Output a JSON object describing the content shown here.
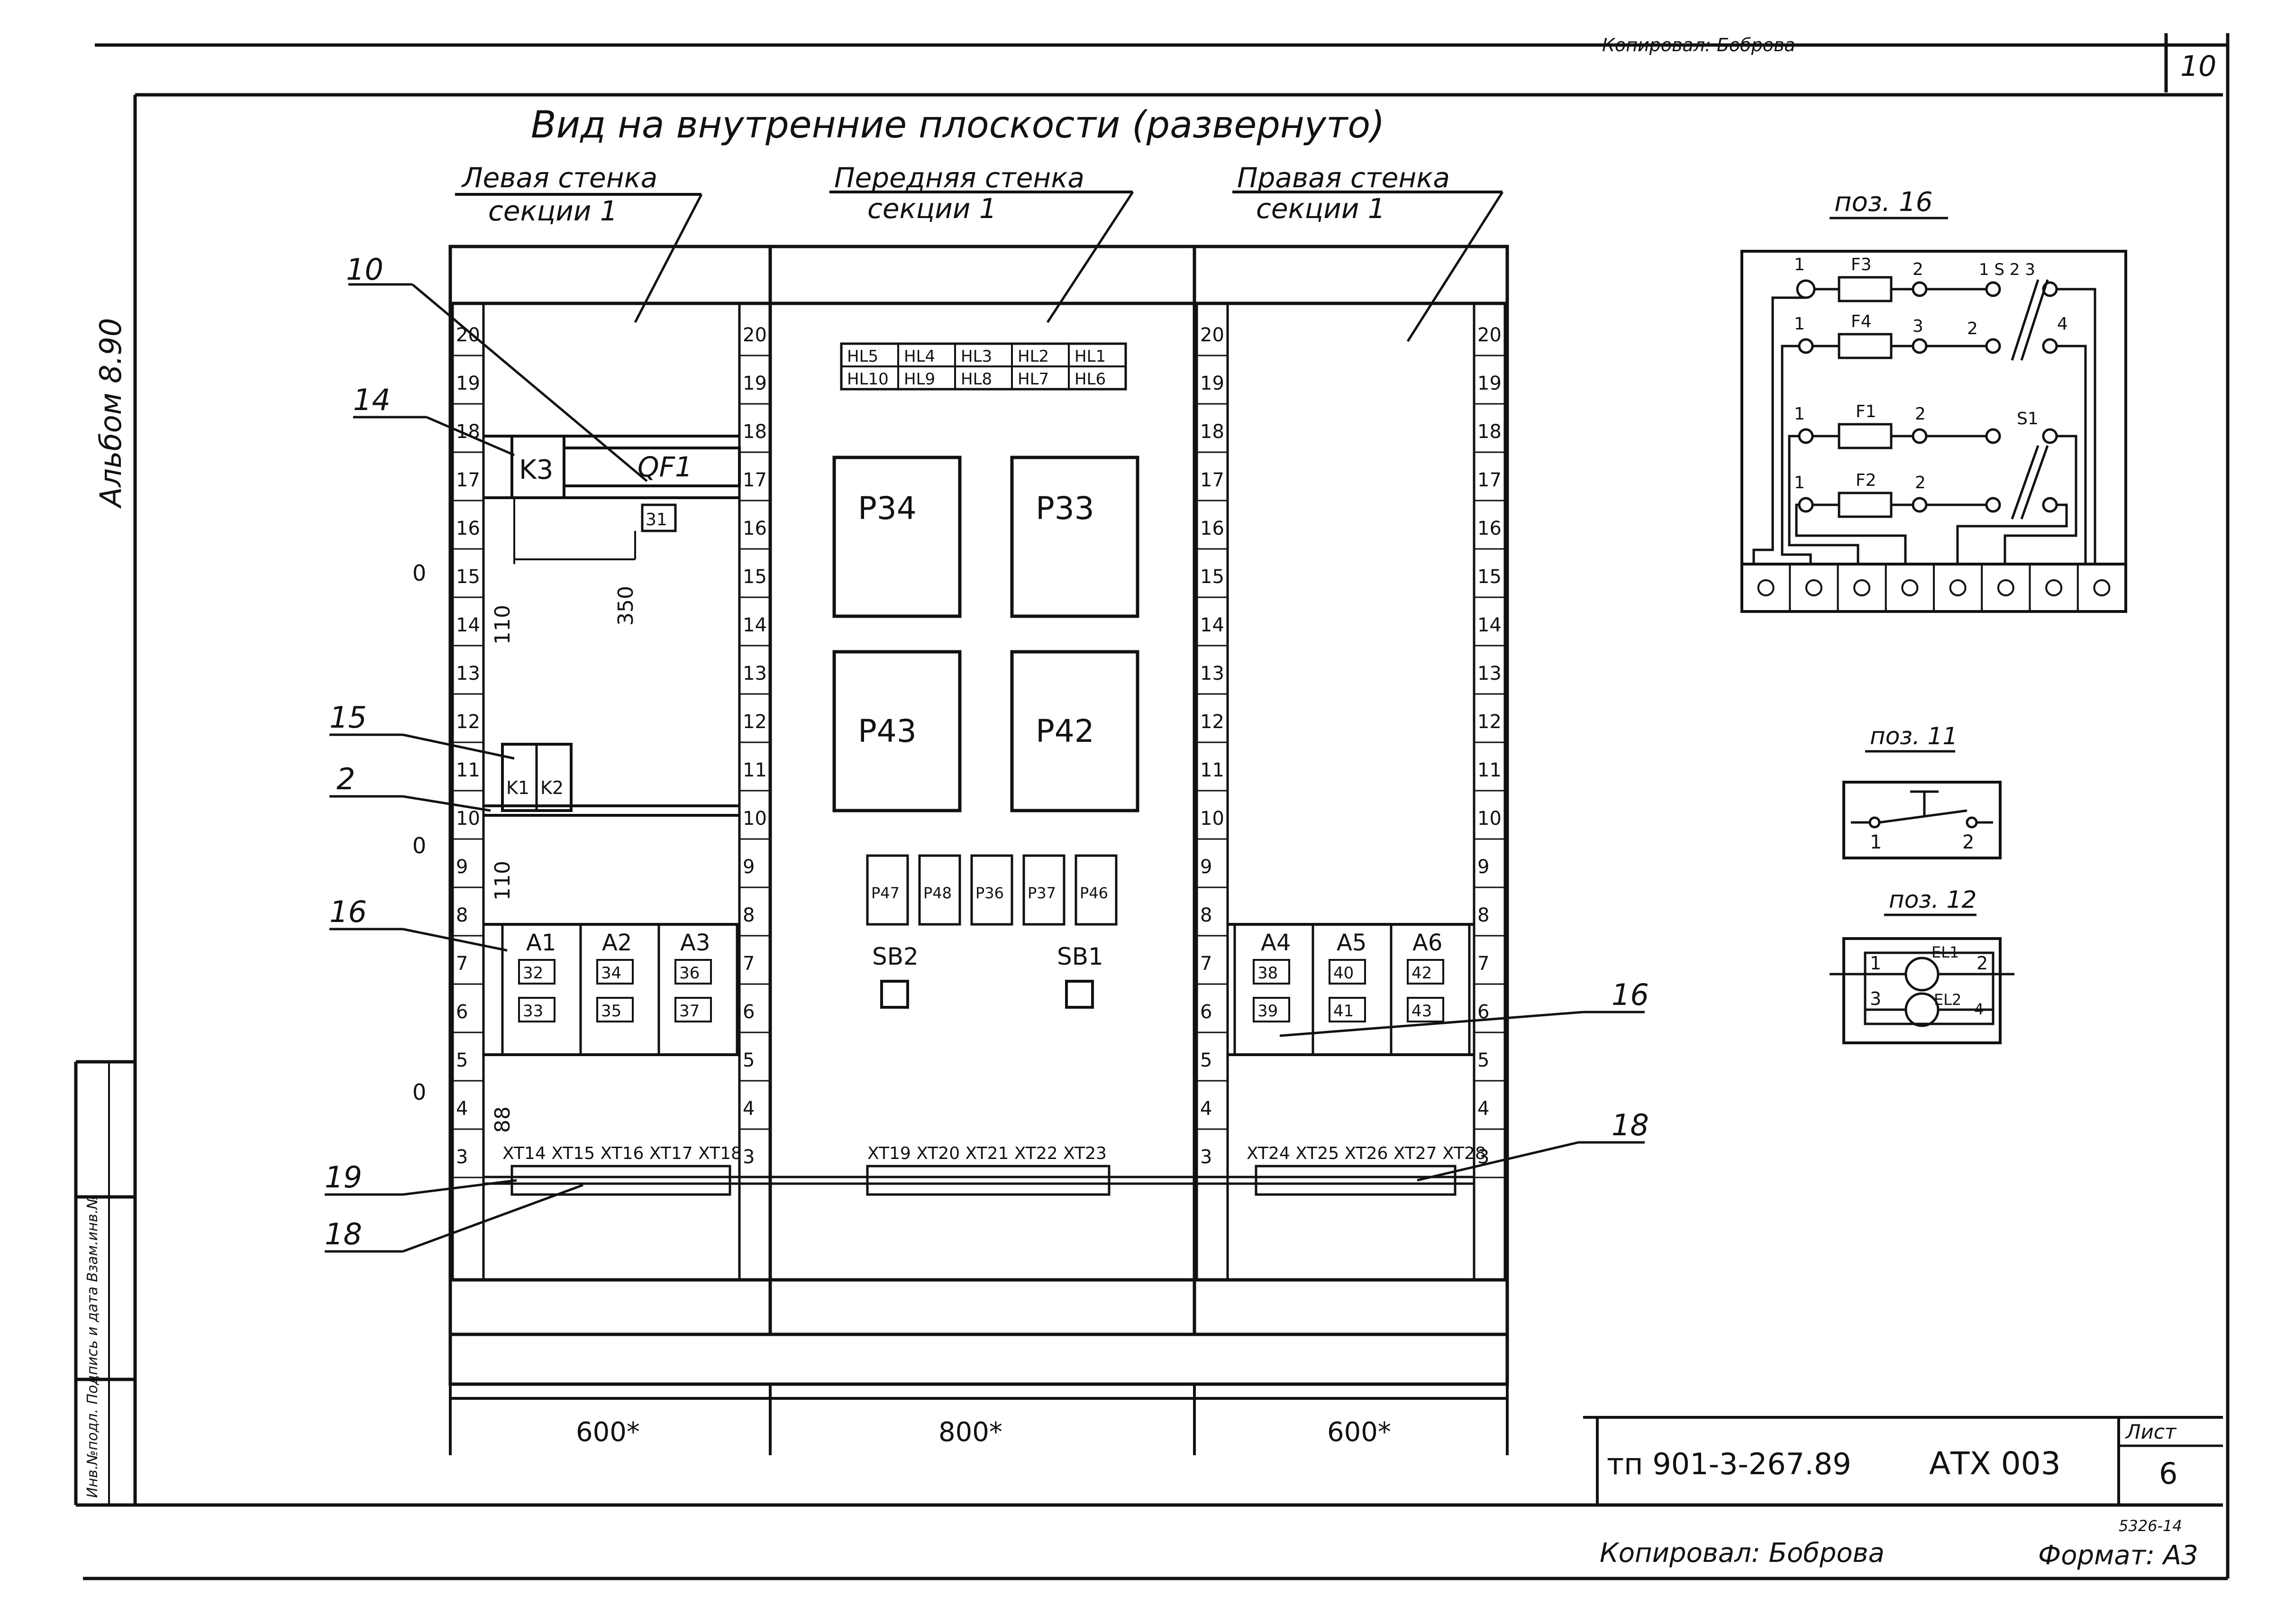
{
  "header": {
    "copied_by_top": "Копировал: Боброва",
    "page_number": "10",
    "album": "Альбом 8.90",
    "side_stamp": "Инв.№подл. Подпись и дата Взам.инв.№"
  },
  "view": {
    "title": "Вид на внутренние плоскости (развернуто)",
    "walls": [
      {
        "name": "Левая стенка",
        "section": "секции 1"
      },
      {
        "name": "Передняя стенка",
        "section": "секции 1"
      },
      {
        "name": "Правая стенка",
        "section": "секции 1"
      }
    ]
  },
  "rail_numbers": [
    "20",
    "19",
    "18",
    "17",
    "16",
    "15",
    "14",
    "13",
    "12",
    "11",
    "10",
    "9",
    "8",
    "7",
    "6",
    "5",
    "4",
    "3"
  ],
  "left_wall": {
    "k3": "K3",
    "qf1": "QF1",
    "tag_qf1": "31",
    "k1": "K1",
    "k2": "K2",
    "dims": [
      "110",
      "350",
      "88",
      "0"
    ],
    "modules": [
      {
        "name": "A1",
        "tags": [
          "32",
          "33"
        ]
      },
      {
        "name": "A2",
        "tags": [
          "34",
          "35"
        ]
      },
      {
        "name": "A3",
        "tags": [
          "36",
          "37"
        ]
      }
    ]
  },
  "front_wall": {
    "hl_top": [
      "HL5",
      "HL4",
      "HL3",
      "HL2",
      "HL1"
    ],
    "hl_bottom": [
      "HL10",
      "HL9",
      "HL8",
      "HL7",
      "HL6"
    ],
    "relays": [
      "P34",
      "P33",
      "P43",
      "P42"
    ],
    "small_relays": [
      "P47",
      "P48",
      "P36",
      "P37",
      "P46"
    ],
    "buttons": [
      "SB2",
      "SB1"
    ]
  },
  "right_wall": {
    "modules": [
      {
        "name": "A4",
        "tags": [
          "38",
          "39"
        ]
      },
      {
        "name": "A5",
        "tags": [
          "40",
          "41"
        ]
      },
      {
        "name": "A6",
        "tags": [
          "42",
          "43"
        ]
      }
    ]
  },
  "terminals": {
    "left": "XT14 XT15 XT16 XT17 XT18",
    "front": "XT19 XT20 XT21 XT22 XT23",
    "right": "XT24 XT25 XT26 XT27 XT28"
  },
  "widths": [
    "600*",
    "800*",
    "600*"
  ],
  "callouts": [
    "10",
    "14",
    "15",
    "2",
    "16",
    "19",
    "18",
    "16",
    "18"
  ],
  "details": [
    {
      "title": "поз. 16",
      "fuses": [
        "F3",
        "F4",
        "F1",
        "F2"
      ],
      "switch": "S1",
      "switch_label": "1 S 2 3",
      "pin1": "1",
      "pin2": "2",
      "pin3": "3",
      "pin4": "4",
      "terminal_count": 8
    },
    {
      "title": "поз. 11",
      "pin1": "1",
      "pin2": "2"
    },
    {
      "title": "поз. 12",
      "pin1": "1",
      "pin2": "2",
      "pin3": "3",
      "pin4": "4",
      "lamp1": "EL1",
      "lamp2": "EL2"
    }
  ],
  "title_block": {
    "code": "тп 901-3-267.89",
    "designation": "АТХ 003",
    "sheet_label": "Лист",
    "sheet": "6",
    "mark": "5326-14",
    "copied_by": "Копировал: Боброва",
    "format": "Формат: А3"
  }
}
